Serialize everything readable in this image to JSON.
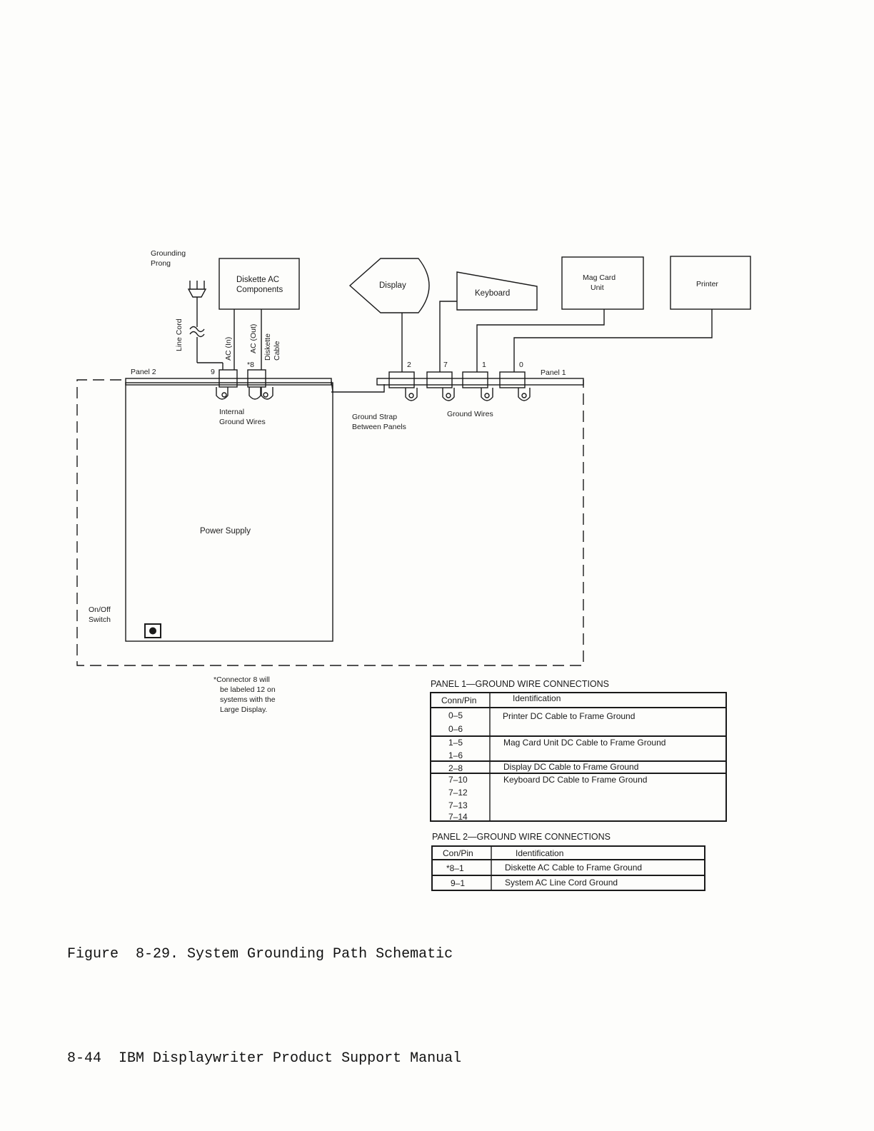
{
  "diagram": {
    "grounding_prong": [
      "Grounding",
      "Prong"
    ],
    "line_cord": "Line Cord",
    "diskette_ac": [
      "Diskette AC",
      "Components"
    ],
    "ac_in": "AC (In)",
    "ac_out": "AC (Out)",
    "diskette_cable": [
      "Diskette",
      "Cable"
    ],
    "display": "Display",
    "keyboard": "Keyboard",
    "mag_card": [
      "Mag Card",
      "Unit"
    ],
    "printer": "Printer",
    "panel2": "Panel 2",
    "panel1": "Panel 1",
    "pin9": "9",
    "pin8": "*8",
    "pin2": "2",
    "pin7": "7",
    "pin1": "1",
    "pin0": "0",
    "internal_ground": [
      "Internal",
      "Ground Wires"
    ],
    "ground_strap": [
      "Ground Strap",
      "Between Panels"
    ],
    "ground_wires": "Ground Wires",
    "power_supply": "Power Supply",
    "onoff": [
      "On/Off",
      "Switch"
    ],
    "connector_note": [
      "*Connector 8 will",
      "be labeled 12 on",
      "systems with the",
      "Large Display."
    ]
  },
  "panel1_table": {
    "title": "PANEL 1—GROUND WIRE CONNECTIONS",
    "headers": [
      "Conn/Pin",
      "Identification"
    ],
    "rows": [
      {
        "pins": [
          "0–5",
          "0–6"
        ],
        "id": "Printer DC Cable to Frame Ground"
      },
      {
        "pins": [
          "1–5",
          "1–6"
        ],
        "id": "Mag Card Unit DC Cable to Frame Ground"
      },
      {
        "pins": [
          "2–8"
        ],
        "id": "Display DC Cable to Frame Ground"
      },
      {
        "pins": [
          "7–10",
          "7–12",
          "7–13",
          "7–14"
        ],
        "id": "Keyboard DC Cable to Frame Ground"
      }
    ]
  },
  "panel2_table": {
    "title": "PANEL 2—GROUND WIRE CONNECTIONS",
    "headers": [
      "Con/Pin",
      "Identification"
    ],
    "rows": [
      {
        "pins": [
          "*8–1"
        ],
        "id": "Diskette AC Cable to Frame Ground"
      },
      {
        "pins": [
          "9–1"
        ],
        "id": "System AC Line Cord Ground"
      }
    ]
  },
  "caption": "Figure  8-29. System Grounding Path Schematic",
  "footer": "8-44  IBM Displaywriter Product Support Manual"
}
